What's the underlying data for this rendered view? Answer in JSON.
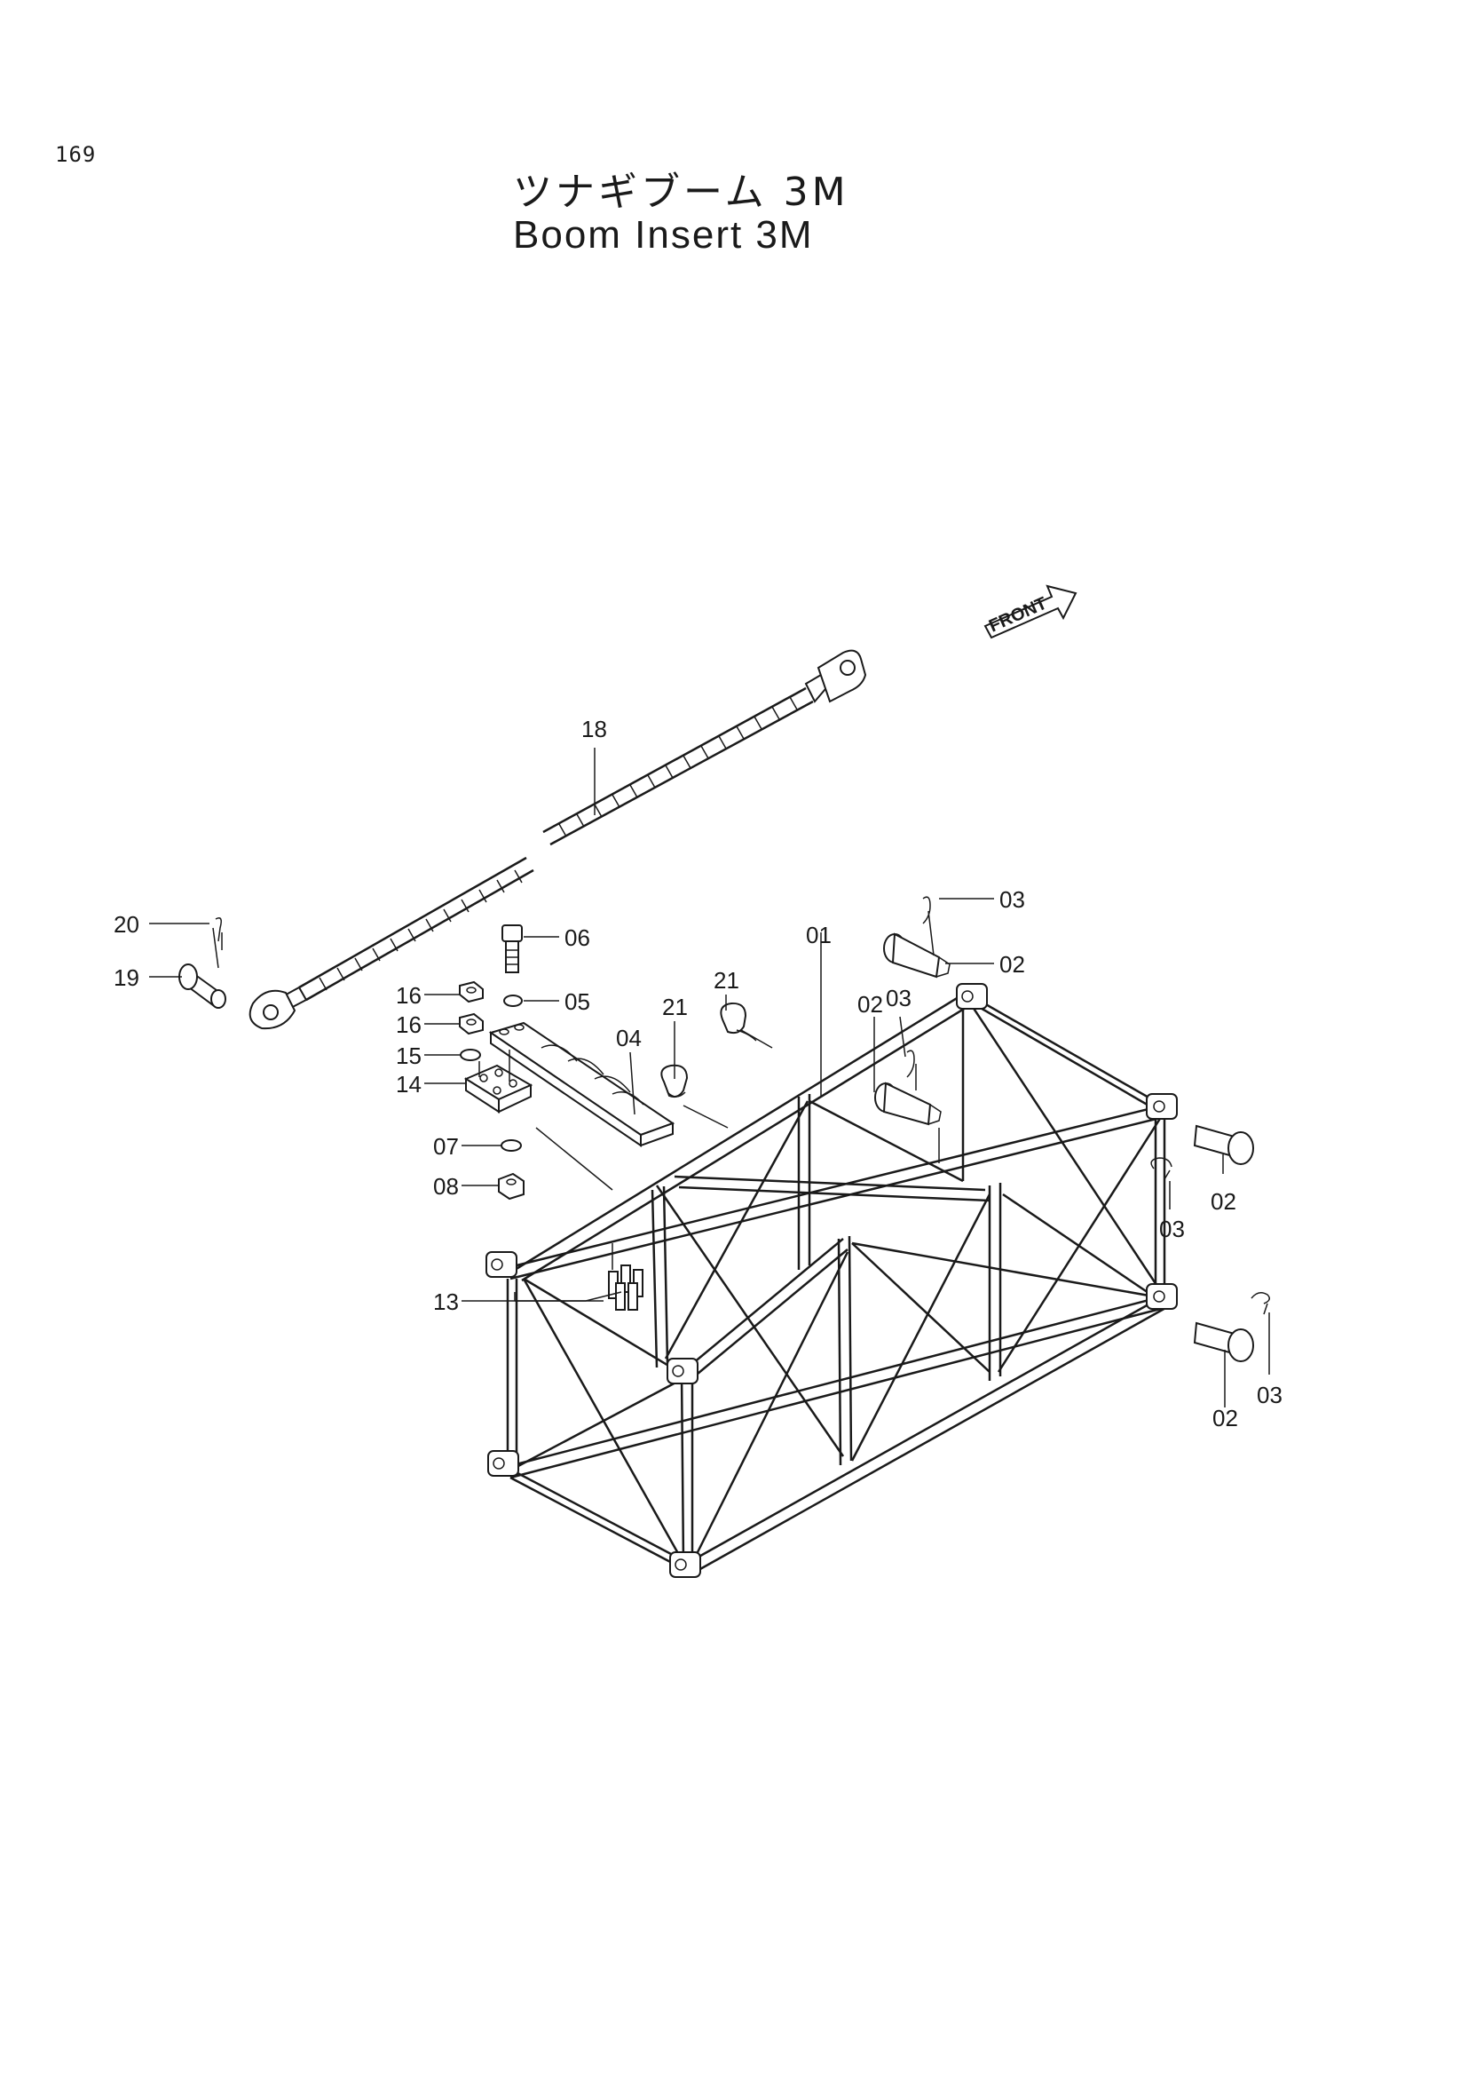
{
  "page_number": "169",
  "title_jp": "ツナギブーム 3M",
  "title_en": "Boom Insert 3M",
  "front_label": "FRONT",
  "callouts": {
    "c01": "01",
    "c02a": "02",
    "c02b": "02",
    "c02c": "02",
    "c02d": "02",
    "c03a": "03",
    "c03b": "03",
    "c03c": "03",
    "c03d": "03",
    "c04": "04",
    "c05": "05",
    "c06": "06",
    "c07": "07",
    "c08": "08",
    "c13": "13",
    "c14": "14",
    "c15": "15",
    "c16a": "16",
    "c16b": "16",
    "c18": "18",
    "c19": "19",
    "c20": "20",
    "c21a": "21",
    "c21b": "21"
  }
}
